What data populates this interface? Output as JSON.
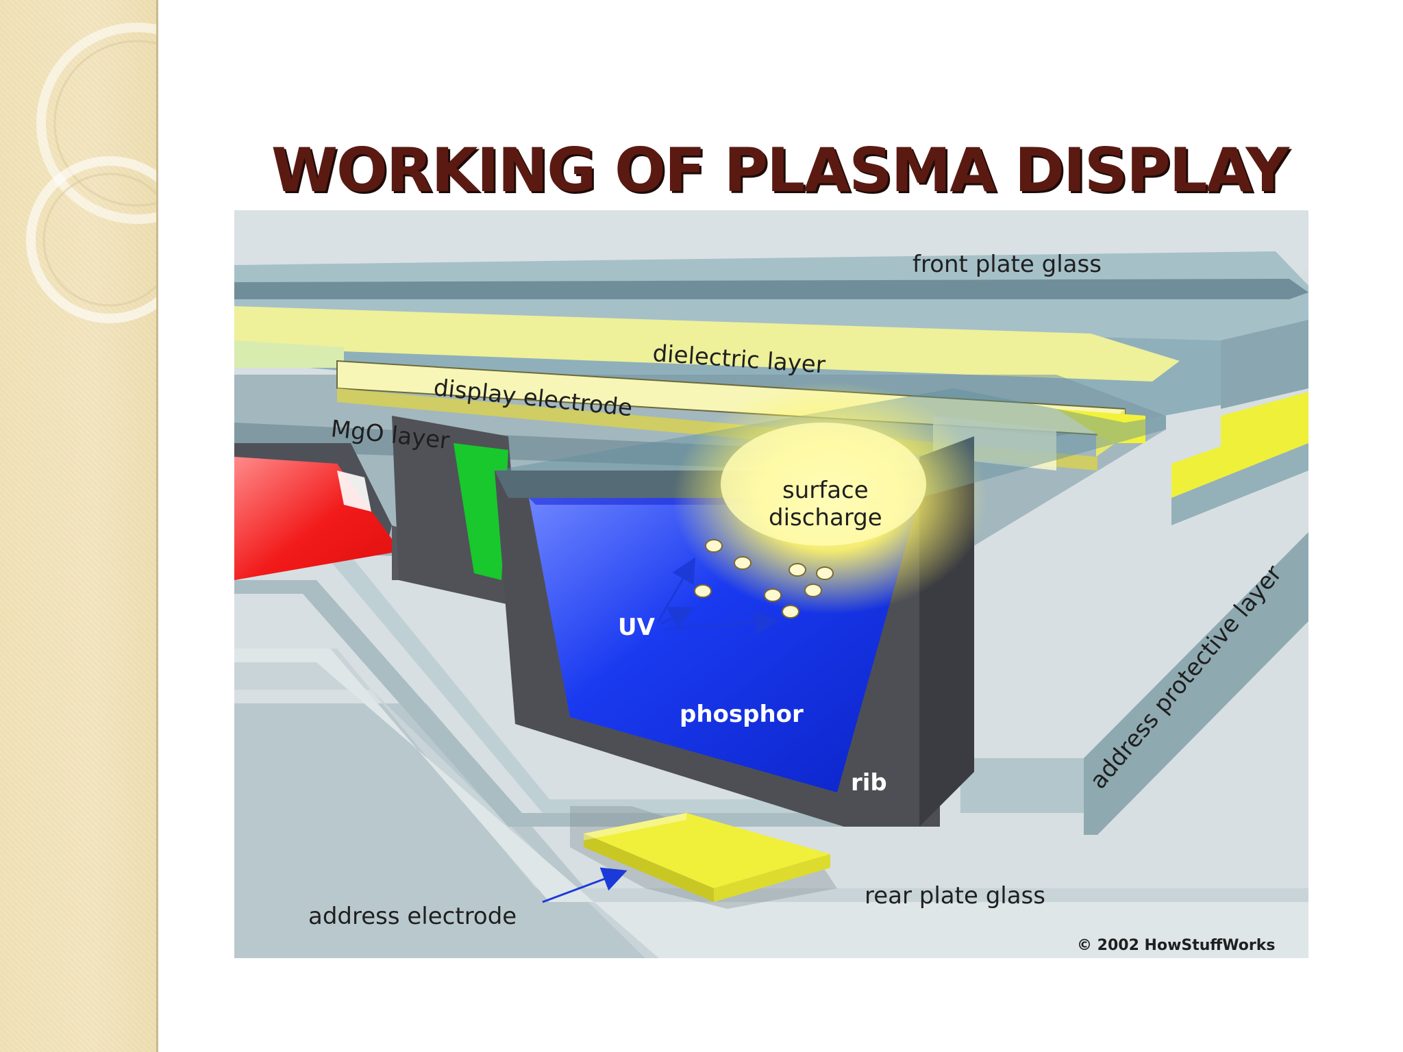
{
  "slide": {
    "title": "WORKING OF PLASMA DISPLAY"
  },
  "diagram": {
    "labels": {
      "front_plate_glass": "front plate glass",
      "dielectric_layer": "dielectric layer",
      "display_electrode": "display electrode",
      "mgo_layer": "MgO layer",
      "surface_discharge_line1": "surface",
      "surface_discharge_line2": "discharge",
      "uv": "UV",
      "phosphor": "phosphor",
      "rib": "rib",
      "address_protective_layer": "address protective layer",
      "rear_plate_glass": "rear plate glass",
      "address_electrode": "address electrode",
      "copyright": "© 2002 HowStuffWorks"
    },
    "colors": {
      "phosphor_blue": "#1230e0",
      "phosphor_green": "#18c82c",
      "phosphor_red": "#f21a1a",
      "electrode_yellow": "#f3f23a",
      "rib_gray": "#4e4f55",
      "glass": "#9fbcc6"
    }
  }
}
